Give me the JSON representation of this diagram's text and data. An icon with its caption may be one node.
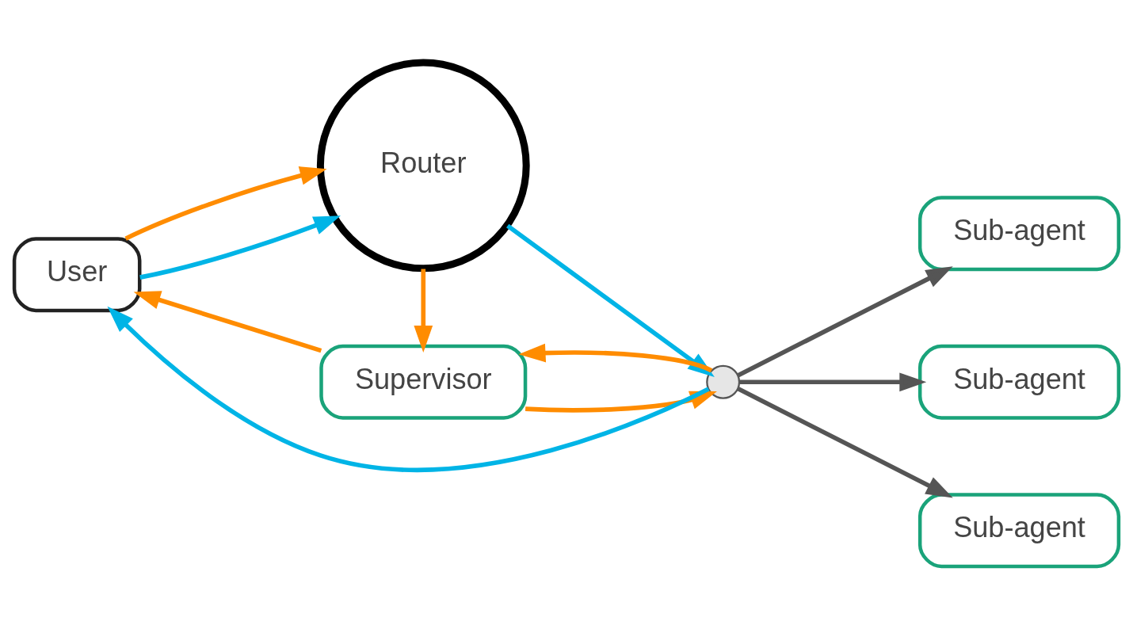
{
  "diagram": {
    "nodes": [
      {
        "text": [
          "User"
        ]
      },
      {
        "text": [
          "Router"
        ]
      },
      {
        "text": [
          "Supervisor"
        ]
      },
      {
        "text": [],
        "shape": "circle"
      },
      {
        "text": [
          "Sub-agent"
        ]
      },
      {
        "text": [
          "Sub-agent"
        ]
      },
      {
        "text": [
          "Sub-agent"
        ]
      }
    ],
    "edges": [
      {
        "from": 0,
        "to": 1,
        "arrow": "to",
        "color": "#00b4e6"
      },
      {
        "from": 3,
        "to": 0,
        "arrow": "to",
        "color": "#00b4e6"
      },
      {
        "from": 0,
        "to": 1,
        "arrow": "to",
        "color": "#ff8c00"
      },
      {
        "from": 1,
        "to": 3,
        "arrow": "to",
        "color": "#00b4e6"
      },
      {
        "from": 1,
        "to": 2,
        "arrow": "to",
        "color": "#ff8c00"
      },
      {
        "from": 2,
        "to": 0,
        "arrow": "to",
        "color": "#ff8c00"
      },
      {
        "from": 2,
        "to": 3,
        "arrow": "to",
        "color": "#ff8c00"
      },
      {
        "from": 3,
        "to": 2,
        "arrow": "to",
        "color": "#ff8c00"
      },
      {
        "from": 3,
        "to": 4,
        "arrow": "to",
        "color": "#555555"
      },
      {
        "from": 3,
        "to": 5,
        "arrow": "to",
        "color": "#555555"
      },
      {
        "from": 3,
        "to": 6,
        "arrow": "to",
        "color": "#555555"
      }
    ]
  }
}
